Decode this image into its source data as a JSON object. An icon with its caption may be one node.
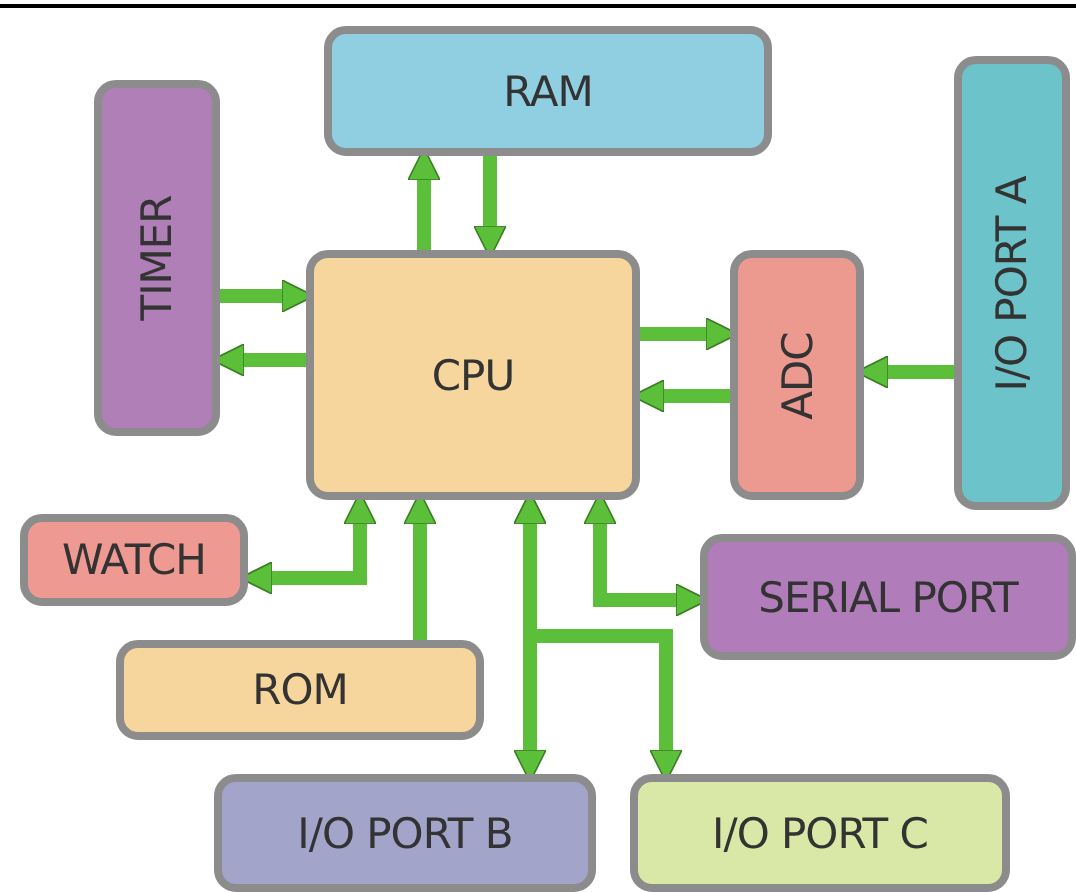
{
  "diagram": {
    "nodes": [
      {
        "text": [
          "RAM"
        ]
      },
      {
        "text": [
          "TIMER"
        ]
      },
      {
        "text": [
          "CPU"
        ]
      },
      {
        "text": [
          "ADC"
        ]
      },
      {
        "text": [
          "I/O PORT A"
        ]
      },
      {
        "text": [
          "WATCH"
        ]
      },
      {
        "text": [
          "SERIAL PORT"
        ]
      },
      {
        "text": [
          "ROM"
        ]
      },
      {
        "text": [
          "I/O PORT B"
        ]
      },
      {
        "text": [
          "I/O PORT C"
        ]
      }
    ],
    "edges": [
      {
        "from": 2,
        "to": 0,
        "arrow": "to"
      },
      {
        "from": 0,
        "to": 2,
        "arrow": "to"
      },
      {
        "from": 1,
        "to": 2,
        "arrow": "to"
      },
      {
        "from": 2,
        "to": 1,
        "arrow": "to"
      },
      {
        "from": 2,
        "to": 3,
        "arrow": "to"
      },
      {
        "from": 3,
        "to": 2,
        "arrow": "to"
      },
      {
        "from": 4,
        "to": 3,
        "arrow": "to"
      },
      {
        "from": 2,
        "to": 5,
        "arrow": "both"
      },
      {
        "from": 7,
        "to": 2,
        "arrow": "to"
      },
      {
        "from": 2,
        "to": 8,
        "arrow": "both"
      },
      {
        "from": 2,
        "to": 9,
        "arrow": "both"
      },
      {
        "from": 2,
        "to": 6,
        "arrow": "both"
      }
    ]
  }
}
